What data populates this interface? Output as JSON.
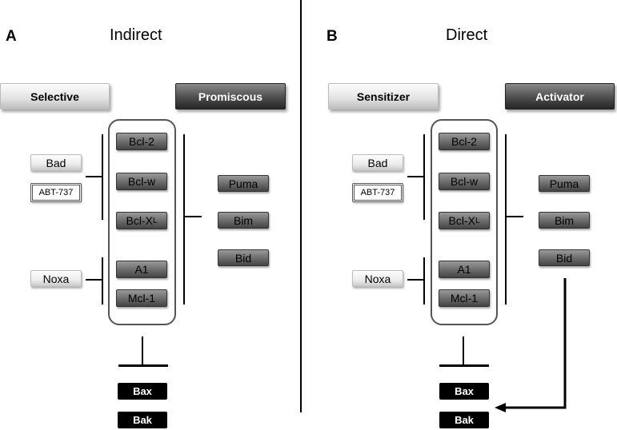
{
  "panel_a": {
    "letter": "A",
    "title": "Indirect",
    "left_header": "Selective",
    "right_header": "Promiscous",
    "left_labels": [
      "Bad",
      "ABT-737",
      "Noxa"
    ],
    "center_proteins": [
      "Bcl-2",
      "Bcl-w",
      "Bcl-X",
      "A1",
      "Mcl-1"
    ],
    "center_sub": "L",
    "right_proteins": [
      "Puma",
      "Bim",
      "Bid"
    ],
    "effectors": [
      "Bax",
      "Bak"
    ]
  },
  "panel_b": {
    "letter": "B",
    "title": "Direct",
    "left_header": "Sensitizer",
    "right_header": "Activator",
    "left_labels": [
      "Bad",
      "ABT-737",
      "Noxa"
    ],
    "center_proteins": [
      "Bcl-2",
      "Bcl-w",
      "Bcl-X",
      "A1",
      "Mcl-1"
    ],
    "center_sub": "L",
    "right_proteins": [
      "Puma",
      "Bim",
      "Bid"
    ],
    "effectors": [
      "Bax",
      "Bak"
    ]
  },
  "colors": {
    "divider": "#000000",
    "frame": "#555555",
    "dark_header": "#3a3a3a",
    "effector": "#000000"
  }
}
